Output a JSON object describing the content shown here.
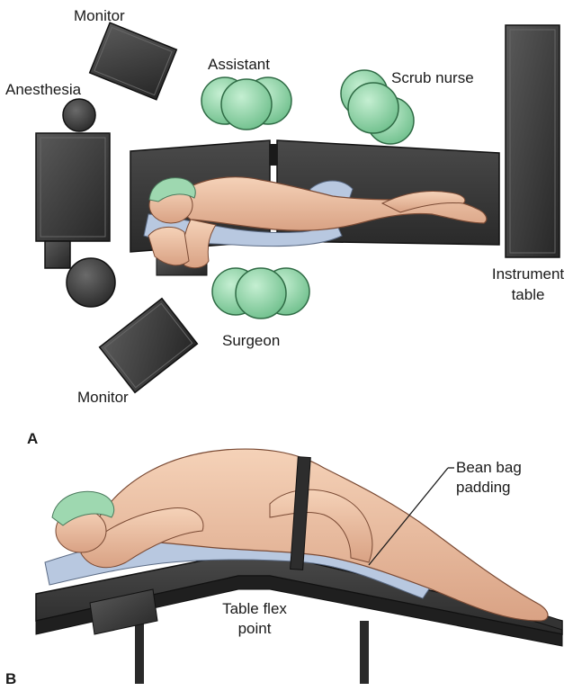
{
  "panels": {
    "a": {
      "letter": "A",
      "labels": {
        "monitor_top": "Monitor",
        "anesthesia": "Anesthesia",
        "assistant": "Assistant",
        "scrub_nurse": "Scrub nurse",
        "instrument_table_line1": "Instrument",
        "instrument_table_line2": "table",
        "surgeon": "Surgeon",
        "monitor_bottom": "Monitor"
      }
    },
    "b": {
      "letter": "B",
      "labels": {
        "bean_bag_line1": "Bean bag",
        "bean_bag_line2": "padding",
        "flex_point_line1": "Table flex",
        "flex_point_line2": "point"
      }
    }
  },
  "colors": {
    "equipment": "#3a3a3a",
    "staff_circle": "#8fd3a8",
    "skin": "#efc3a6",
    "padding": "#b8c8e0",
    "cap": "#9ed8b0"
  }
}
